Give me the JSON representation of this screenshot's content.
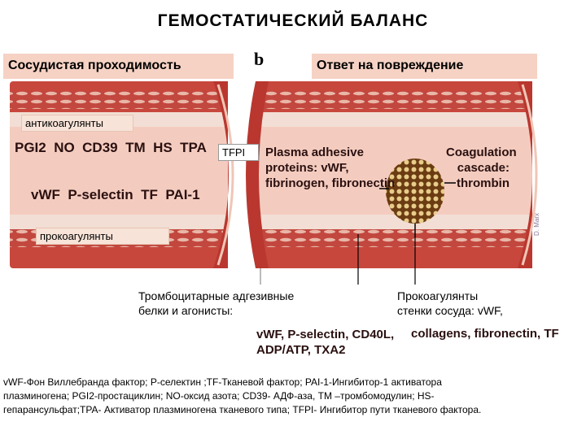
{
  "title": "ГЕМОСТАТИЧЕСКИЙ БАЛАНС",
  "left_header": "Сосудистая проходимость",
  "right_header": "Ответ на повреждение",
  "panel_letter": "b",
  "anticoag_label": "антикоагулянты",
  "procoag_label": "прокоагулянты",
  "tfpi_label": "TFPI",
  "left_vessel": {
    "row1": [
      "PGI2",
      "NO",
      "CD39",
      "TM",
      "HS",
      "TPA"
    ],
    "row2": [
      "vWF",
      "P-selectin",
      "TF",
      "PAI-1"
    ]
  },
  "right_vessel": {
    "adhesive_lines": [
      "Plasma adhesive",
      "proteins: vWF,",
      "fibrinogen, fibronectin"
    ],
    "coag_lines": [
      "Coagulation",
      "cascade:",
      "thrombin"
    ]
  },
  "caption_platelet": [
    "Тромбоцитарные адгезивные",
    "белки и агонисты:"
  ],
  "caption_platelet_list": [
    "vWF, P-selectin, CD40L,",
    "ADP/ATP, TXA2"
  ],
  "caption_wall": [
    "Прокоагулянты",
    "стенки сосуда: vWF,"
  ],
  "caption_wall_list": "collagens, fibronectin, TF",
  "side_credit": "D. Marx",
  "footer": [
    "vWF-Фон Виллебранда фактор; P-селектин ;TF-Тканевой фактор;     PAI-1-Ингибитор-1 активатора",
    "плазминогена; PGI2-простациклин; NO-оксид азота;  CD39- АДФ-аза, ТМ –тромбомодулин; HS-",
    "гепарансульфат;TPA- Активатор плазминогена тканевого типа;     TFPI- Ингибитор пути тканевого фактора."
  ]
}
